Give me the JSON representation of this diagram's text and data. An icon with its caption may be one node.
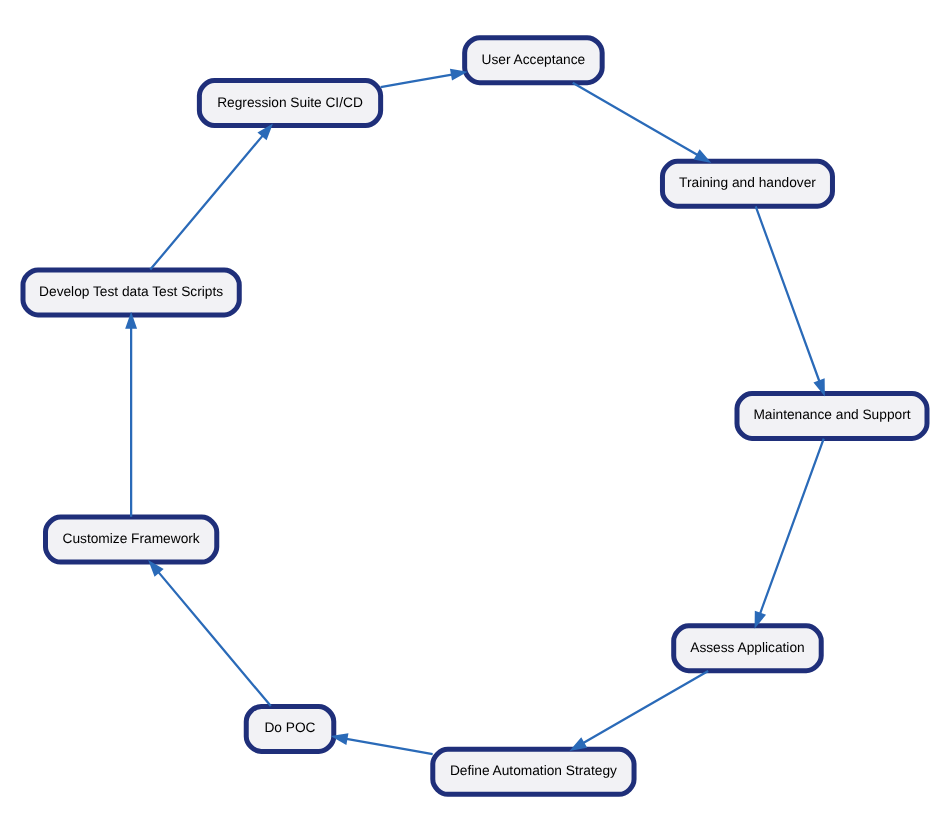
{
  "diagram": {
    "nodes": [
      {
        "text": [
          "Assess Application"
        ]
      },
      {
        "text": [
          "Define Automation Strategy"
        ]
      },
      {
        "text": [
          "Do POC"
        ]
      },
      {
        "text": [
          "Customize Framework"
        ]
      },
      {
        "text": [
          "Develop Test data Test Scripts"
        ]
      },
      {
        "text": [
          "Regression Suite CI/CD"
        ]
      },
      {
        "text": [
          "User Acceptance"
        ]
      },
      {
        "text": [
          "Training and handover"
        ]
      },
      {
        "text": [
          "Maintenance and Support"
        ]
      }
    ],
    "edges": [
      {
        "from": 0,
        "to": 1,
        "arrow": "to"
      },
      {
        "from": 1,
        "to": 2,
        "arrow": "to"
      },
      {
        "from": 2,
        "to": 3,
        "arrow": "to"
      },
      {
        "from": 3,
        "to": 4,
        "arrow": "to"
      },
      {
        "from": 4,
        "to": 5,
        "arrow": "to"
      },
      {
        "from": 5,
        "to": 6,
        "arrow": "to"
      },
      {
        "from": 6,
        "to": 7,
        "arrow": "to"
      },
      {
        "from": 7,
        "to": 8,
        "arrow": "to"
      },
      {
        "from": 8,
        "to": 0,
        "arrow": "to"
      }
    ]
  }
}
